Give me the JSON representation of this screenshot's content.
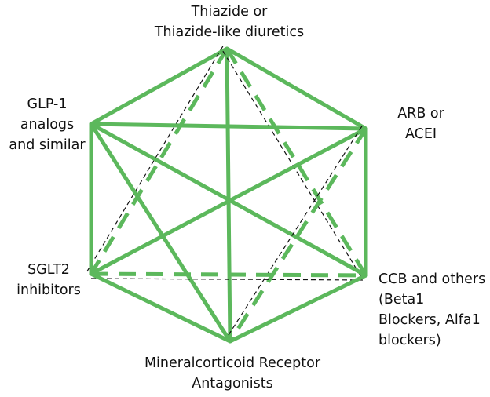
{
  "colors": {
    "edge": "#5cb85c",
    "thin": "#111111",
    "text": "#111111"
  },
  "nodes": {
    "thiazide": {
      "lines": [
        "Thiazide or",
        "Thiazide-like diuretics"
      ]
    },
    "arb": {
      "lines": [
        "ARB or",
        "ACEI"
      ]
    },
    "ccb": {
      "lines": [
        "CCB and others",
        "(Beta1",
        "Blockers, Alfa1",
        "blockers)"
      ]
    },
    "mra": {
      "lines": [
        "Mineralcorticoid Receptor",
        "Antagonists"
      ]
    },
    "sglt2": {
      "lines": [
        "SGLT2",
        "inhibitors"
      ]
    },
    "glp1": {
      "lines": [
        "GLP-1",
        "analogs",
        "and similar"
      ]
    }
  },
  "edges": [
    {
      "from": "thiazide",
      "to": "glp1",
      "style": "solid"
    },
    {
      "from": "thiazide",
      "to": "arb",
      "style": "solid"
    },
    {
      "from": "thiazide",
      "to": "mra",
      "style": "solid"
    },
    {
      "from": "thiazide",
      "to": "sglt2",
      "style": "dashed+thin"
    },
    {
      "from": "thiazide",
      "to": "ccb",
      "style": "dashed+thin"
    },
    {
      "from": "glp1",
      "to": "arb",
      "style": "solid"
    },
    {
      "from": "glp1",
      "to": "sglt2",
      "style": "solid"
    },
    {
      "from": "glp1",
      "to": "ccb",
      "style": "solid"
    },
    {
      "from": "glp1",
      "to": "mra",
      "style": "solid"
    },
    {
      "from": "arb",
      "to": "sglt2",
      "style": "solid"
    },
    {
      "from": "arb",
      "to": "mra",
      "style": "dashed+thin"
    },
    {
      "from": "arb",
      "to": "ccb",
      "style": "solid"
    },
    {
      "from": "sglt2",
      "to": "ccb",
      "style": "dashed+thin"
    },
    {
      "from": "sglt2",
      "to": "mra",
      "style": "solid"
    },
    {
      "from": "ccb",
      "to": "mra",
      "style": "solid"
    }
  ]
}
